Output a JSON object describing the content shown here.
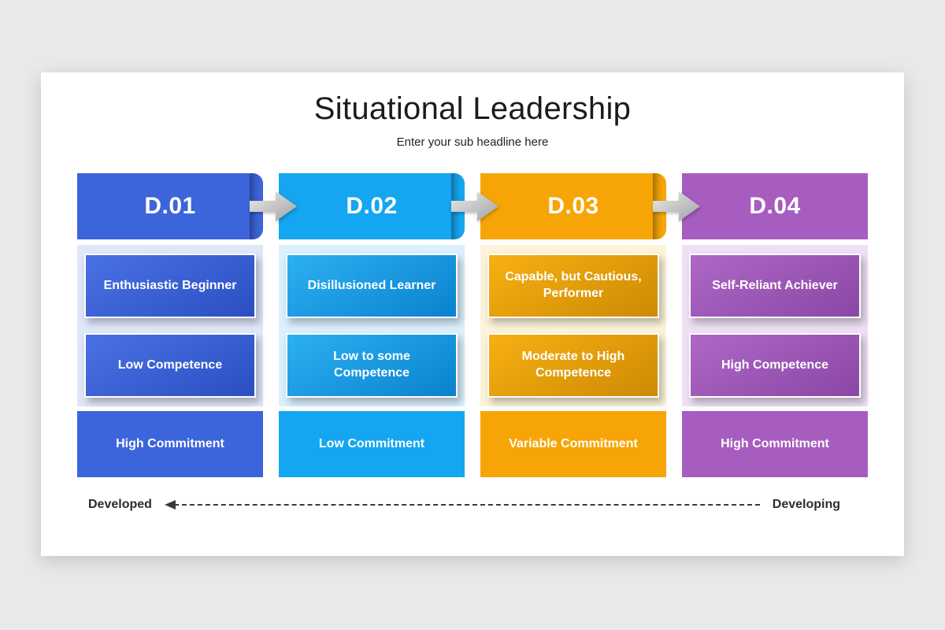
{
  "slide": {
    "title": "Situational Leadership",
    "subtitle": "Enter your sub headline here"
  },
  "columns": [
    {
      "header": "D.01",
      "accent_color": "#3c64db",
      "panel_color": "#dfe7f9",
      "cards": [
        {
          "lines": [
            "Enthusiastic Beginner"
          ]
        },
        {
          "lines": [
            "Low Competence"
          ]
        }
      ],
      "bottom_label": "High Commitment",
      "has_forward_arrow": true
    },
    {
      "header": "D.02",
      "accent_color": "#14a6f0",
      "panel_color": "#daf0fd",
      "cards": [
        {
          "lines": [
            "Disillusioned Learner"
          ]
        },
        {
          "lines": [
            "Low to some",
            "Competence"
          ]
        }
      ],
      "bottom_label": "Low Commitment",
      "has_forward_arrow": true
    },
    {
      "header": "D.03",
      "accent_color": "#f7a506",
      "panel_color": "#fdf3da",
      "cards": [
        {
          "lines": [
            "Capable, but Cautious,",
            "Performer"
          ]
        },
        {
          "lines": [
            "Moderate to High",
            "Competence"
          ]
        }
      ],
      "bottom_label": "Variable Commitment",
      "has_forward_arrow": true
    },
    {
      "header": "D.04",
      "accent_color": "#a65dbf",
      "panel_color": "#eee0f5",
      "cards": [
        {
          "lines": [
            "Self-Reliant Achiever"
          ]
        },
        {
          "lines": [
            "High Competence"
          ]
        }
      ],
      "bottom_label": "High Commitment",
      "has_forward_arrow": false
    }
  ],
  "axis": {
    "left_label": "Developed",
    "right_label": "Developing",
    "line_color": "#3a3a3a"
  },
  "icons": {
    "header_arrow": "right-arrow",
    "axis_arrow": "left-arrow"
  }
}
